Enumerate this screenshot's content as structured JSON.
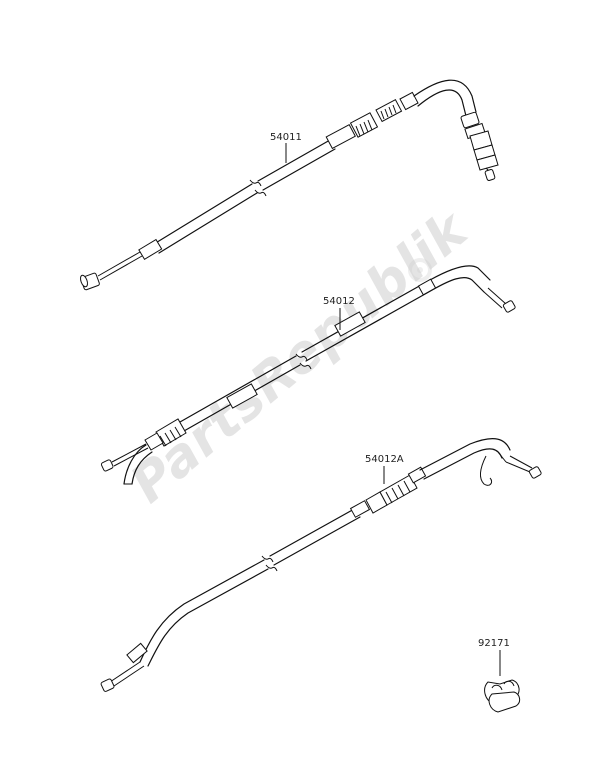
{
  "watermark": "PartsRepublik",
  "parts": [
    {
      "id": "throttle-cable-1",
      "number": "54011"
    },
    {
      "id": "throttle-cable-2",
      "number": "54012"
    },
    {
      "id": "throttle-cable-3",
      "number": "54012A"
    },
    {
      "id": "clamp",
      "number": "92171"
    }
  ]
}
